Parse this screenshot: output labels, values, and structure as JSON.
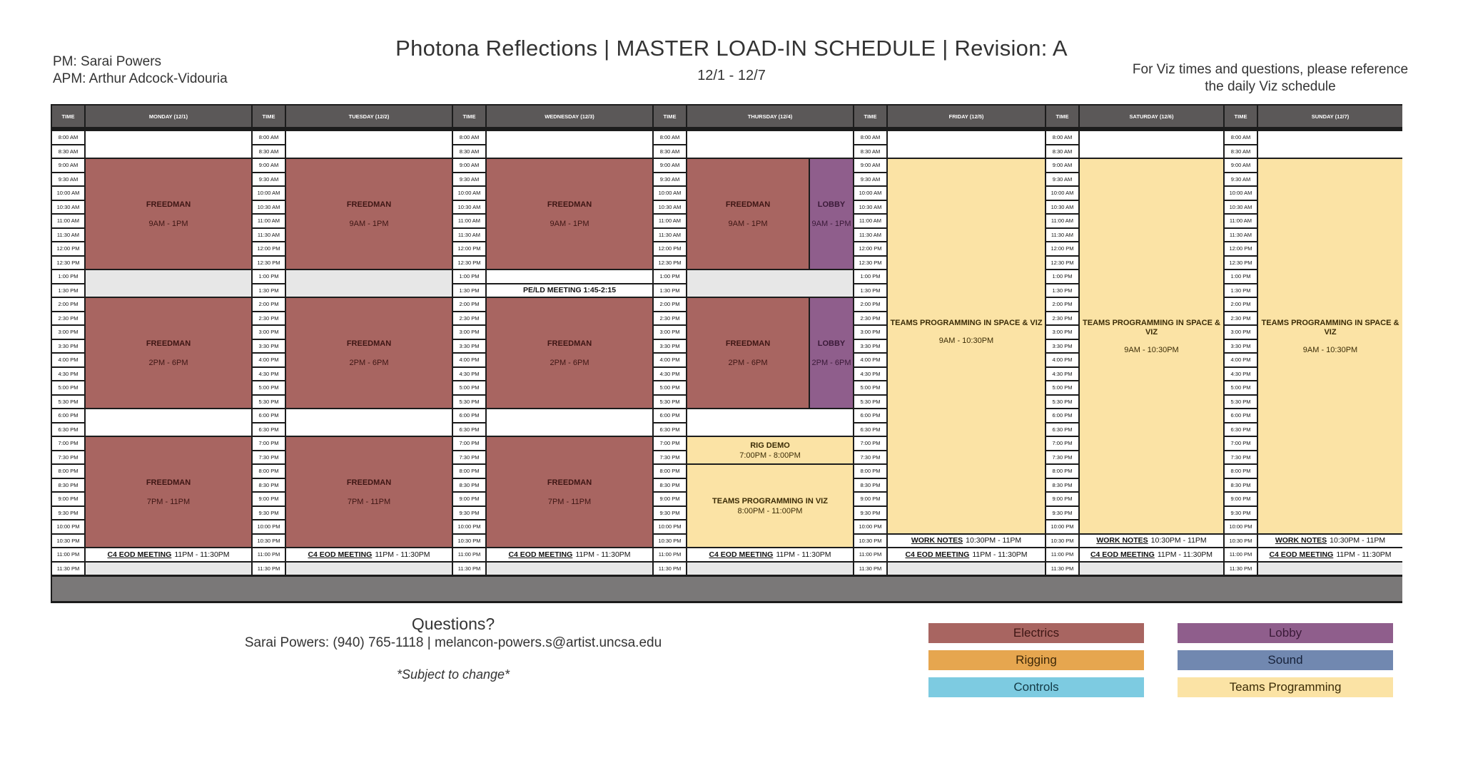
{
  "header": {
    "pm": "PM: Sarai Powers",
    "apm": "APM: Arthur Adcock-Vidouria",
    "title": "Photona Reflections | MASTER LOAD-IN SCHEDULE | Revision: A",
    "date_range": "12/1 - 12/7",
    "viz_note": "For Viz times and questions, please reference the daily Viz schedule"
  },
  "schedule": {
    "time_header": "TIME",
    "days": [
      "MONDAY (12/1)",
      "TUESDAY (12/2)",
      "WEDNESDAY (12/3)",
      "THURSDAY (12/4)",
      "FRIDAY (12/5)",
      "SATURDAY (12/6)",
      "SUNDAY (12/7)"
    ],
    "times": [
      "8:00 AM",
      "8:30 AM",
      "9:00 AM",
      "9:30 AM",
      "10:00 AM",
      "10:30 AM",
      "11:00 AM",
      "11:30 AM",
      "12:00 PM",
      "12:30 PM",
      "1:00 PM",
      "1:30 PM",
      "2:00 PM",
      "2:30 PM",
      "3:00 PM",
      "3:30 PM",
      "4:00 PM",
      "4:30 PM",
      "5:00 PM",
      "5:30 PM",
      "6:00 PM",
      "6:30 PM",
      "7:00 PM",
      "7:30 PM",
      "8:00 PM",
      "8:30 PM",
      "9:00 PM",
      "9:30 PM",
      "10:00 PM",
      "10:30 PM",
      "11:00 PM",
      "11:30 PM"
    ],
    "events": {
      "freedman": "FREEDMAN",
      "lobby": "LOBBY",
      "am_block": "9AM - 1PM",
      "pm_block": "2PM - 6PM",
      "eve_block": "7PM - 11PM",
      "pe_ld_meeting": "PE/LD MEETING 1:45-2:15",
      "rig_demo": "RIG DEMO",
      "rig_demo_time": "7:00PM - 8:00PM",
      "teams_viz": "TEAMS PROGRAMMING IN VIZ",
      "teams_viz_time": "8:00PM - 11:00PM",
      "teams_space_viz": "TEAMS PROGRAMMING IN SPACE & VIZ",
      "teams_space_viz_time": "9AM - 10:30PM",
      "work_notes": "WORK NOTES",
      "work_notes_time": "10:30PM - 11PM",
      "eod_meeting": "C4 EOD MEETING",
      "eod_meeting_time": "11PM - 11:30PM"
    }
  },
  "contact": {
    "questions": "Questions?",
    "details": "Sarai Powers: (940) 765-1118 | melancon-powers.s@artist.uncsa.edu",
    "disclaimer": "*Subject to change*"
  },
  "legend": [
    {
      "label": "Electrics",
      "color": "#a86561",
      "text_color": "#3e1614"
    },
    {
      "label": "Lobby",
      "color": "#8f5e8c",
      "text_color": "#3a1a38"
    },
    {
      "label": "Rigging",
      "color": "#e6a64f",
      "text_color": "#3d2808"
    },
    {
      "label": "Sound",
      "color": "#7188b0",
      "text_color": "#17223a"
    },
    {
      "label": "Controls",
      "color": "#7dcbe1",
      "text_color": "#133a46"
    },
    {
      "label": "Teams Programming",
      "color": "#fbe3a5",
      "text_color": "#3b2c07"
    }
  ],
  "colors": {
    "header_bg": "#5b5858",
    "lunch_bg": "#e7e7e7",
    "grid_border": "#1c1c1c"
  }
}
